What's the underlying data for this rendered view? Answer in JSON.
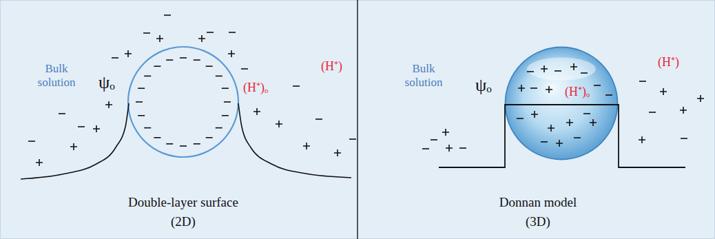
{
  "diagram": {
    "nodes": [
      {
        "text": [
          "(H⁺)ₒ"
        ]
      }
    ],
    "labels": [
      "Bulk solution",
      "ψₒ",
      "(H⁺)ₒ",
      "(H⁺)",
      "Double-layer surface (2D)",
      "Bulk solution",
      "ψₒ",
      "(H⁺)",
      "Donnan model (3D)"
    ]
  }
}
